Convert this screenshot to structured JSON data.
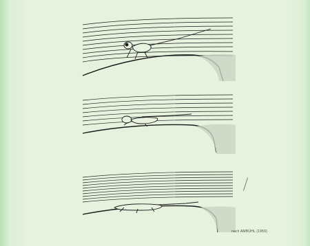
{
  "figure": {
    "panels": [
      {
        "id": "panel-1",
        "subject": "insect-upright"
      },
      {
        "id": "panel-2",
        "subject": "insect-crouched"
      },
      {
        "id": "panel-3",
        "subject": "insect-flattened"
      }
    ],
    "credit": "nach AMBÜHL (1959)"
  },
  "colors": {
    "background": "#e8f3df",
    "ink": "#1a1a1a",
    "border": "#b9e0b6"
  }
}
